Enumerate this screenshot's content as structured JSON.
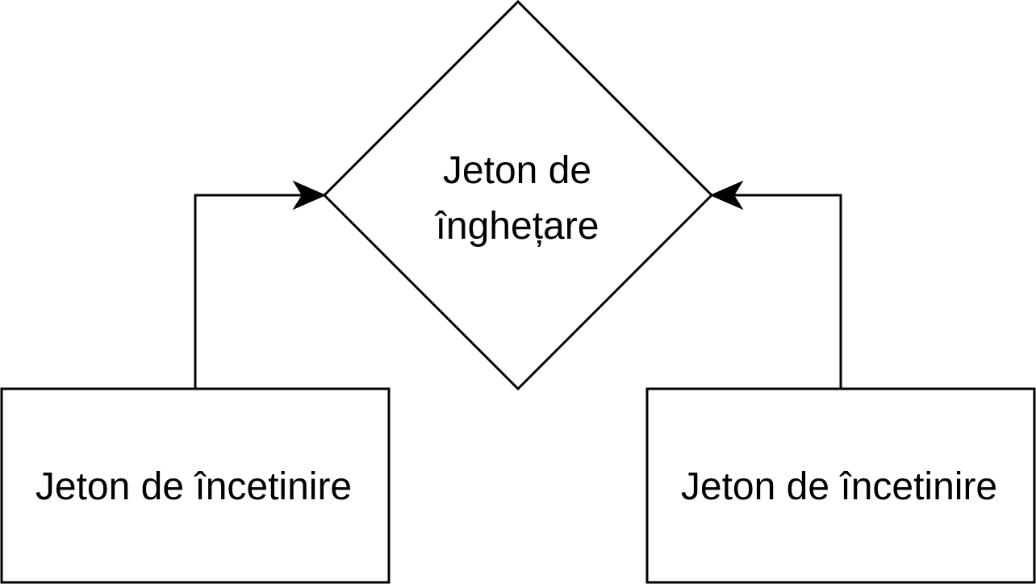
{
  "diagram": {
    "decision": {
      "label_line1": "Jeton de",
      "label_line2": "înghețare"
    },
    "left_box": {
      "label": "Jeton de încetinire"
    },
    "right_box": {
      "label": "Jeton de încetinire"
    },
    "colors": {
      "stroke": "#000000",
      "fill": "#ffffff",
      "text": "#000000"
    }
  }
}
